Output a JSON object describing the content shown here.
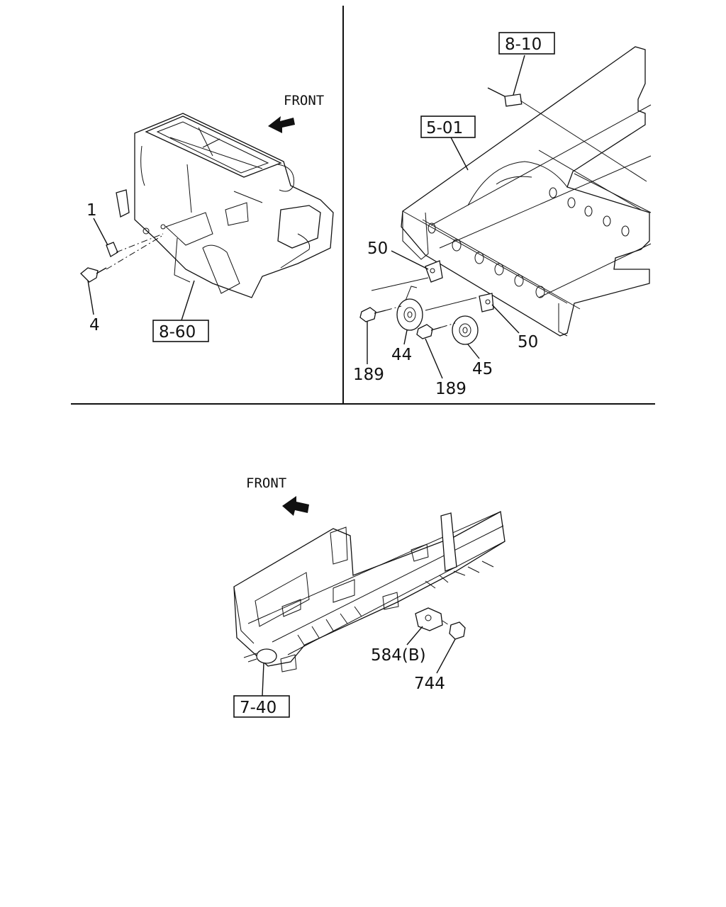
{
  "top_left": {
    "front_label": "FRONT",
    "ref_box": "8-60",
    "callouts": [
      "1",
      "4"
    ]
  },
  "top_right": {
    "ref_box_a": "8-10",
    "ref_box_b": "5-01",
    "callout_50a": "50",
    "callout_50b": "50",
    "callout_44": "44",
    "callout_45": "45",
    "callout_189a": "189",
    "callout_189b": "189"
  },
  "bottom": {
    "front_label": "FRONT",
    "ref_box": "7-40",
    "callout_584": "584(B)",
    "callout_744": "744"
  }
}
